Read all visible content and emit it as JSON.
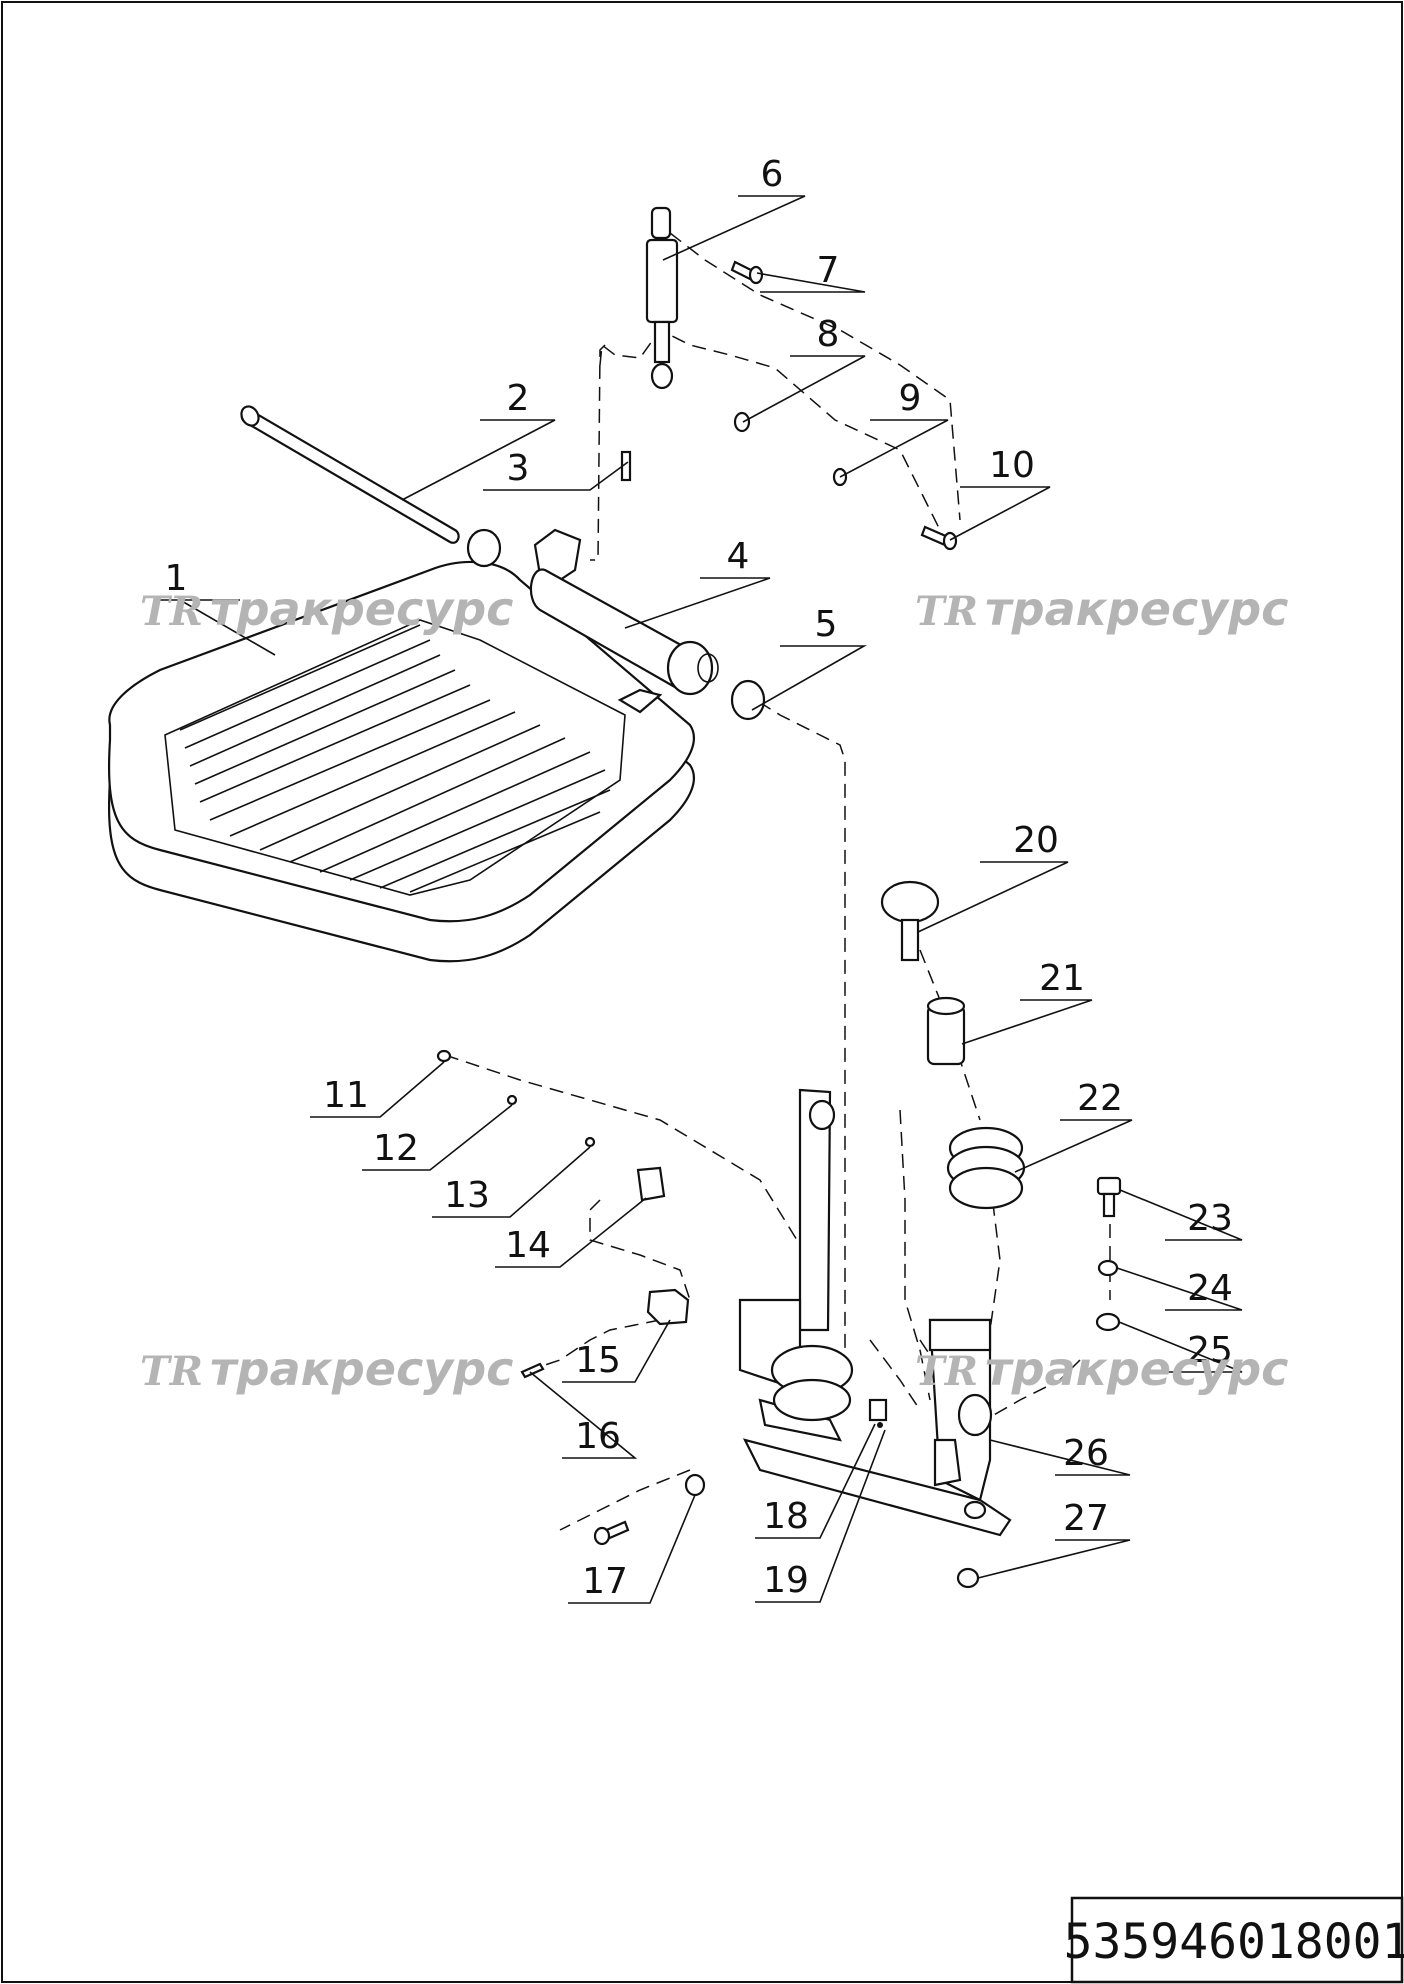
{
  "diagram": {
    "drawing_number": "535946018001",
    "watermark": {
      "logo": "ТR",
      "text": "тракресурс"
    },
    "callouts": [
      "1",
      "2",
      "3",
      "4",
      "5",
      "6",
      "7",
      "8",
      "9",
      "10",
      "11",
      "12",
      "13",
      "14",
      "15",
      "16",
      "17",
      "18",
      "19",
      "20",
      "21",
      "22",
      "23",
      "24",
      "25",
      "26",
      "27"
    ]
  }
}
